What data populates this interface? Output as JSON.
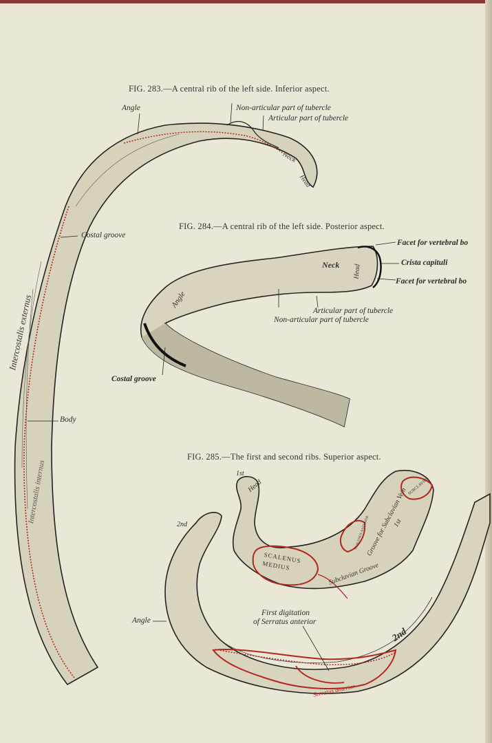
{
  "figures": {
    "fig283": {
      "caption": "FIG. 283.—A central rib of the left side.  Inferior aspect.",
      "labels": {
        "angle": "Angle",
        "non_articular": "Non-articular part of tubercle",
        "articular": "Articular part of tubercle",
        "neck": "Neck",
        "head": "Head",
        "costal_groove": "Costal groove",
        "body": "Body",
        "intercostalis_externus": "Intercostalis externus",
        "intercostalis_internus": "Intercostalis internus"
      }
    },
    "fig284": {
      "caption": "FIG. 284.—A central rib of the left side.  Posterior aspect.",
      "labels": {
        "facet_upper": "Facet for vertebral bo",
        "crista": "Crista capituli",
        "facet_lower": "Facet for vertebral bo",
        "neck": "Neck",
        "head": "Head",
        "angle": "Angle",
        "articular": "Articular part of tubercle",
        "non_articular": "Non-articular part of tubercle",
        "costal_groove": "Costal groove"
      }
    },
    "fig285": {
      "caption": "FIG. 285.—The first and second ribs.  Superior aspect.",
      "labels": {
        "first": "1st",
        "head": "Head",
        "second": "2nd",
        "subclavius": "SUBCLAVIUS",
        "scalenus_anterior": "SCALENUS ANTERIOR",
        "groove_for_vein": "Groove for Subclavian Vein",
        "tubercle_1st": "1st",
        "scalenus_medius": "SCALENUS MEDIUS",
        "subclavian_groove": "Subclavian Groove",
        "first_digitation_line1": "First digitation",
        "first_digitation_line2": "of Serratus anterior",
        "angle": "Angle",
        "second_rib": "2nd",
        "serratus": "Serratus anterior"
      }
    }
  },
  "colors": {
    "paper": "#ebe7d6",
    "ink": "#2a2a2a",
    "muscle_outline": "#b3261e",
    "border": "#8a3a32"
  }
}
